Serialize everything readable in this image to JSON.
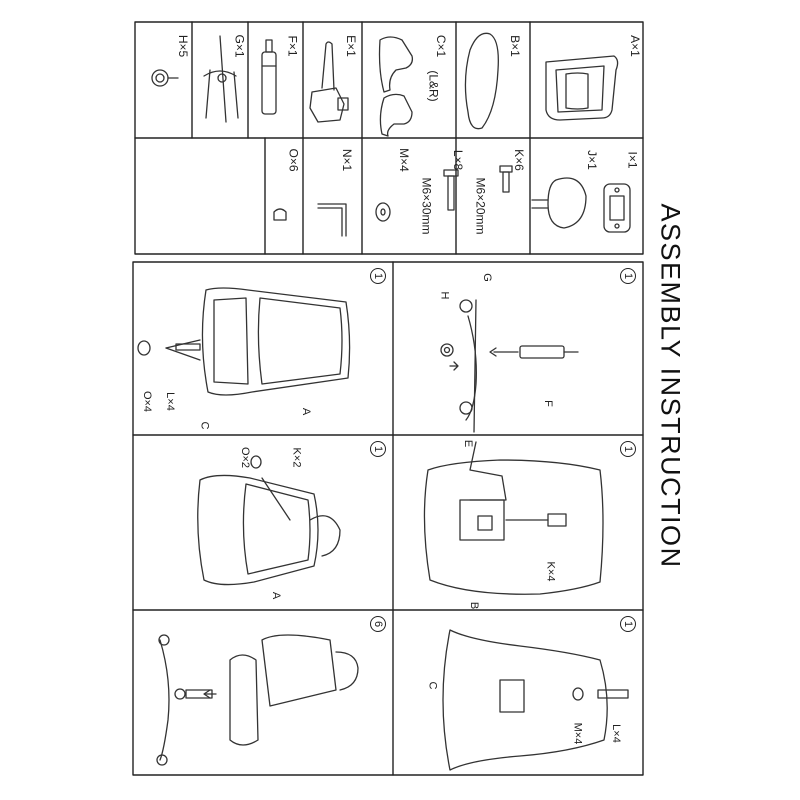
{
  "title": "ASSEMBLY INSTRUCTION",
  "parts": [
    {
      "code": "A×1"
    },
    {
      "code": "B×1"
    },
    {
      "code": "C×1",
      "note": "(L&R)"
    },
    {
      "code": "E×1"
    },
    {
      "code": "F×1"
    },
    {
      "code": "G×1"
    },
    {
      "code": "H×5"
    },
    {
      "code": "I×1"
    },
    {
      "code": "J×1"
    },
    {
      "code": "K×6",
      "size": "M6×20mm"
    },
    {
      "code": "L×8",
      "size": "M6×30mm"
    },
    {
      "code": "M×4"
    },
    {
      "code": "N×1"
    },
    {
      "code": "O×6"
    }
  ],
  "steps": [
    {
      "number": "1",
      "labels": [
        "G",
        "H",
        "F"
      ]
    },
    {
      "number": "1",
      "labels": [
        "E",
        "K×4",
        "B"
      ]
    },
    {
      "number": "1",
      "labels": [
        "C",
        "L×4",
        "M×4"
      ]
    },
    {
      "number": "1",
      "labels": [
        "A",
        "C",
        "L×4",
        "O×4"
      ]
    },
    {
      "number": "1",
      "labels": [
        "K×2",
        "O×2",
        "A"
      ]
    },
    {
      "number": "6",
      "labels": []
    }
  ]
}
